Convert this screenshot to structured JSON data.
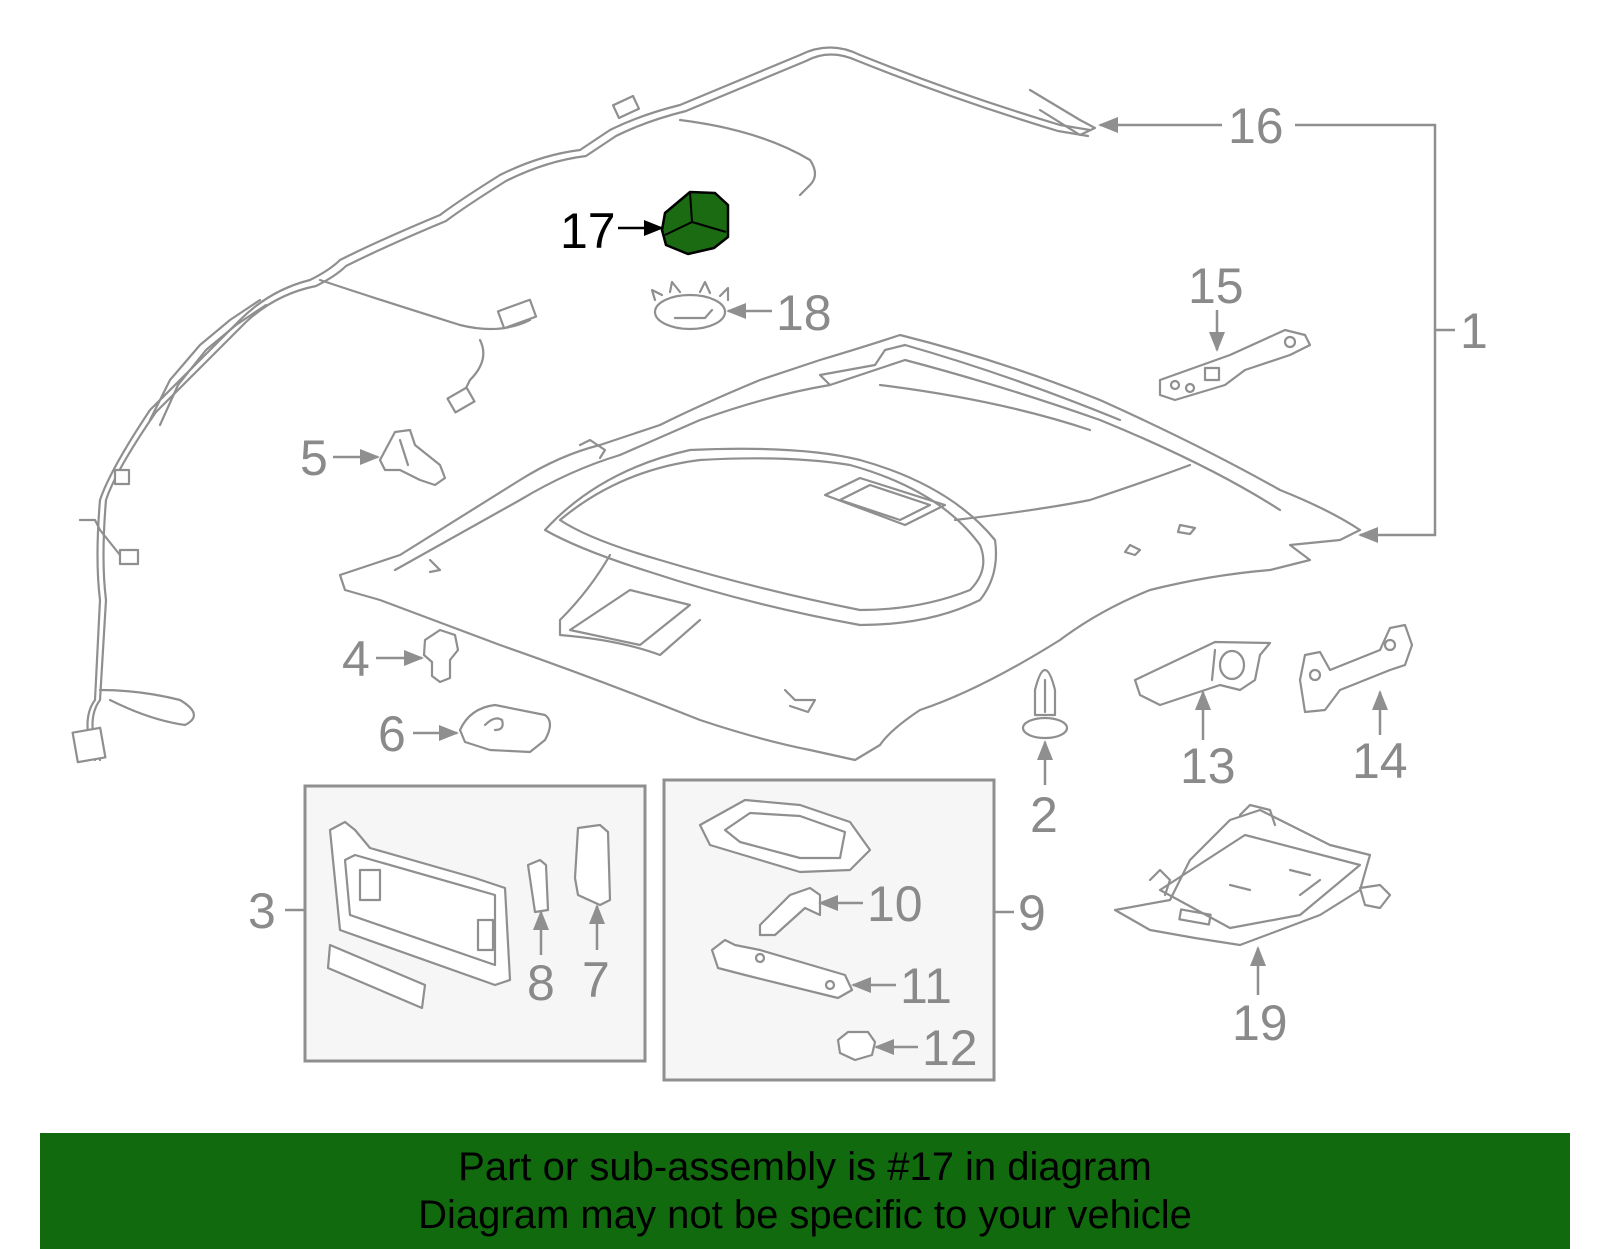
{
  "colors": {
    "highlight_part": "#1b6b12",
    "banner_background": "#116b0e",
    "line_gray": "#8f8f8f",
    "label_gray": "#8a8a8a",
    "group_box_fill": "#f6f6f6"
  },
  "callouts": {
    "c1": "1",
    "c2": "2",
    "c3": "3",
    "c4": "4",
    "c5": "5",
    "c6": "6",
    "c7": "7",
    "c8": "8",
    "c9": "9",
    "c10": "10",
    "c11": "11",
    "c12": "12",
    "c13": "13",
    "c14": "14",
    "c15": "15",
    "c16": "16",
    "c17": "17",
    "c18": "18",
    "c19": "19"
  },
  "banner": {
    "line1": "Part or sub-assembly is #17 in diagram",
    "line2": "Diagram may not be specific to your vehicle"
  }
}
